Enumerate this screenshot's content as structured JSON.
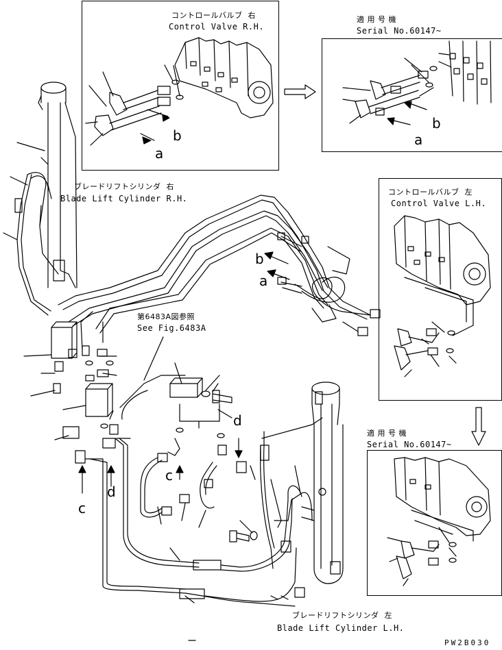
{
  "labels": {
    "cv_rh_jp": "コントロールバルブ  右",
    "cv_rh_en": "Control Valve R.H.",
    "serial_top_jp": "適 用 号 機",
    "serial_top_en": "Serial No.60147~",
    "cv_lh_jp": "コントロールバルブ  左",
    "cv_lh_en": "Control Valve L.H.",
    "serial_bot_jp": "適 用 号 機",
    "serial_bot_en": "Serial No.60147~",
    "blc_rh_jp": "ブレードリフトシリンダ  右",
    "blc_rh_en": "Blade Lift Cylinder R.H.",
    "blc_lh_jp": "ブレードリフトシリンダ  左",
    "blc_lh_en": "Blade Lift Cylinder L.H.",
    "ref_jp": "第6483A図参照",
    "ref_en": "See Fig.6483A",
    "drawing_code": "PW2B030"
  },
  "callouts": {
    "a": "a",
    "b": "b",
    "c": "c",
    "d": "d"
  }
}
